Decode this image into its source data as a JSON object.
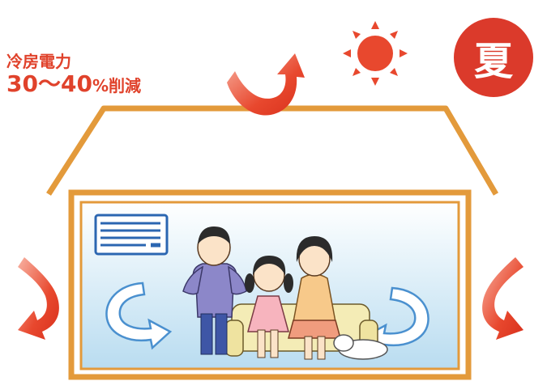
{
  "caption": {
    "line1": "冷房電力",
    "line2_value": "30〜40",
    "line2_unit": "%削減"
  },
  "season_badge": "夏",
  "colors": {
    "accent_red": "#e0422b",
    "badge_red": "#db3a2b",
    "house_outline": "#e39a3b",
    "room_blue": "#d6ecf7",
    "aircon_blue": "#2b66b1",
    "sun": "#e8482e"
  },
  "icons": [
    "sun-icon",
    "aircon-icon",
    "heat-arrow-icon",
    "airflow-arrow-icon"
  ]
}
